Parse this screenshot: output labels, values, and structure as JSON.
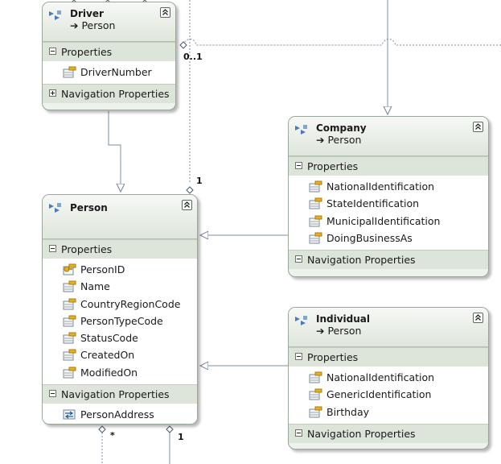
{
  "entities": {
    "driver": {
      "name": "Driver",
      "base": "➔ Person",
      "properties_label": "Properties",
      "properties": [
        "DriverNumber"
      ],
      "navigation_label": "Navigation Properties",
      "navigation": []
    },
    "person": {
      "name": "Person",
      "properties_label": "Properties",
      "properties": [
        "PersonID",
        "Name",
        "CountryRegionCode",
        "PersonTypeCode",
        "StatusCode",
        "CreatedOn",
        "ModifiedOn"
      ],
      "navigation_label": "Navigation Properties",
      "navigation": [
        "PersonAddress"
      ]
    },
    "company": {
      "name": "Company",
      "base": "➔ Person",
      "properties_label": "Properties",
      "properties": [
        "NationalIdentification",
        "StateIdentification",
        "MunicipalIdentification",
        "DoingBusinessAs"
      ],
      "navigation_label": "Navigation Properties",
      "navigation": []
    },
    "individual": {
      "name": "Individual",
      "base": "➔ Person",
      "properties_label": "Properties",
      "properties": [
        "NationalIdentification",
        "GenericIdentification",
        "Birthday"
      ],
      "navigation_label": "Navigation Properties",
      "navigation": []
    }
  },
  "multiplicities": {
    "driver_zero_one": "0..1",
    "person_top_one": "1",
    "person_bottom_many": "*",
    "person_bottom_one": "1"
  },
  "colors": {
    "wire": "#7a8fa6",
    "key_icon": "#e8b020",
    "header_bg": "#dfe6dc"
  }
}
